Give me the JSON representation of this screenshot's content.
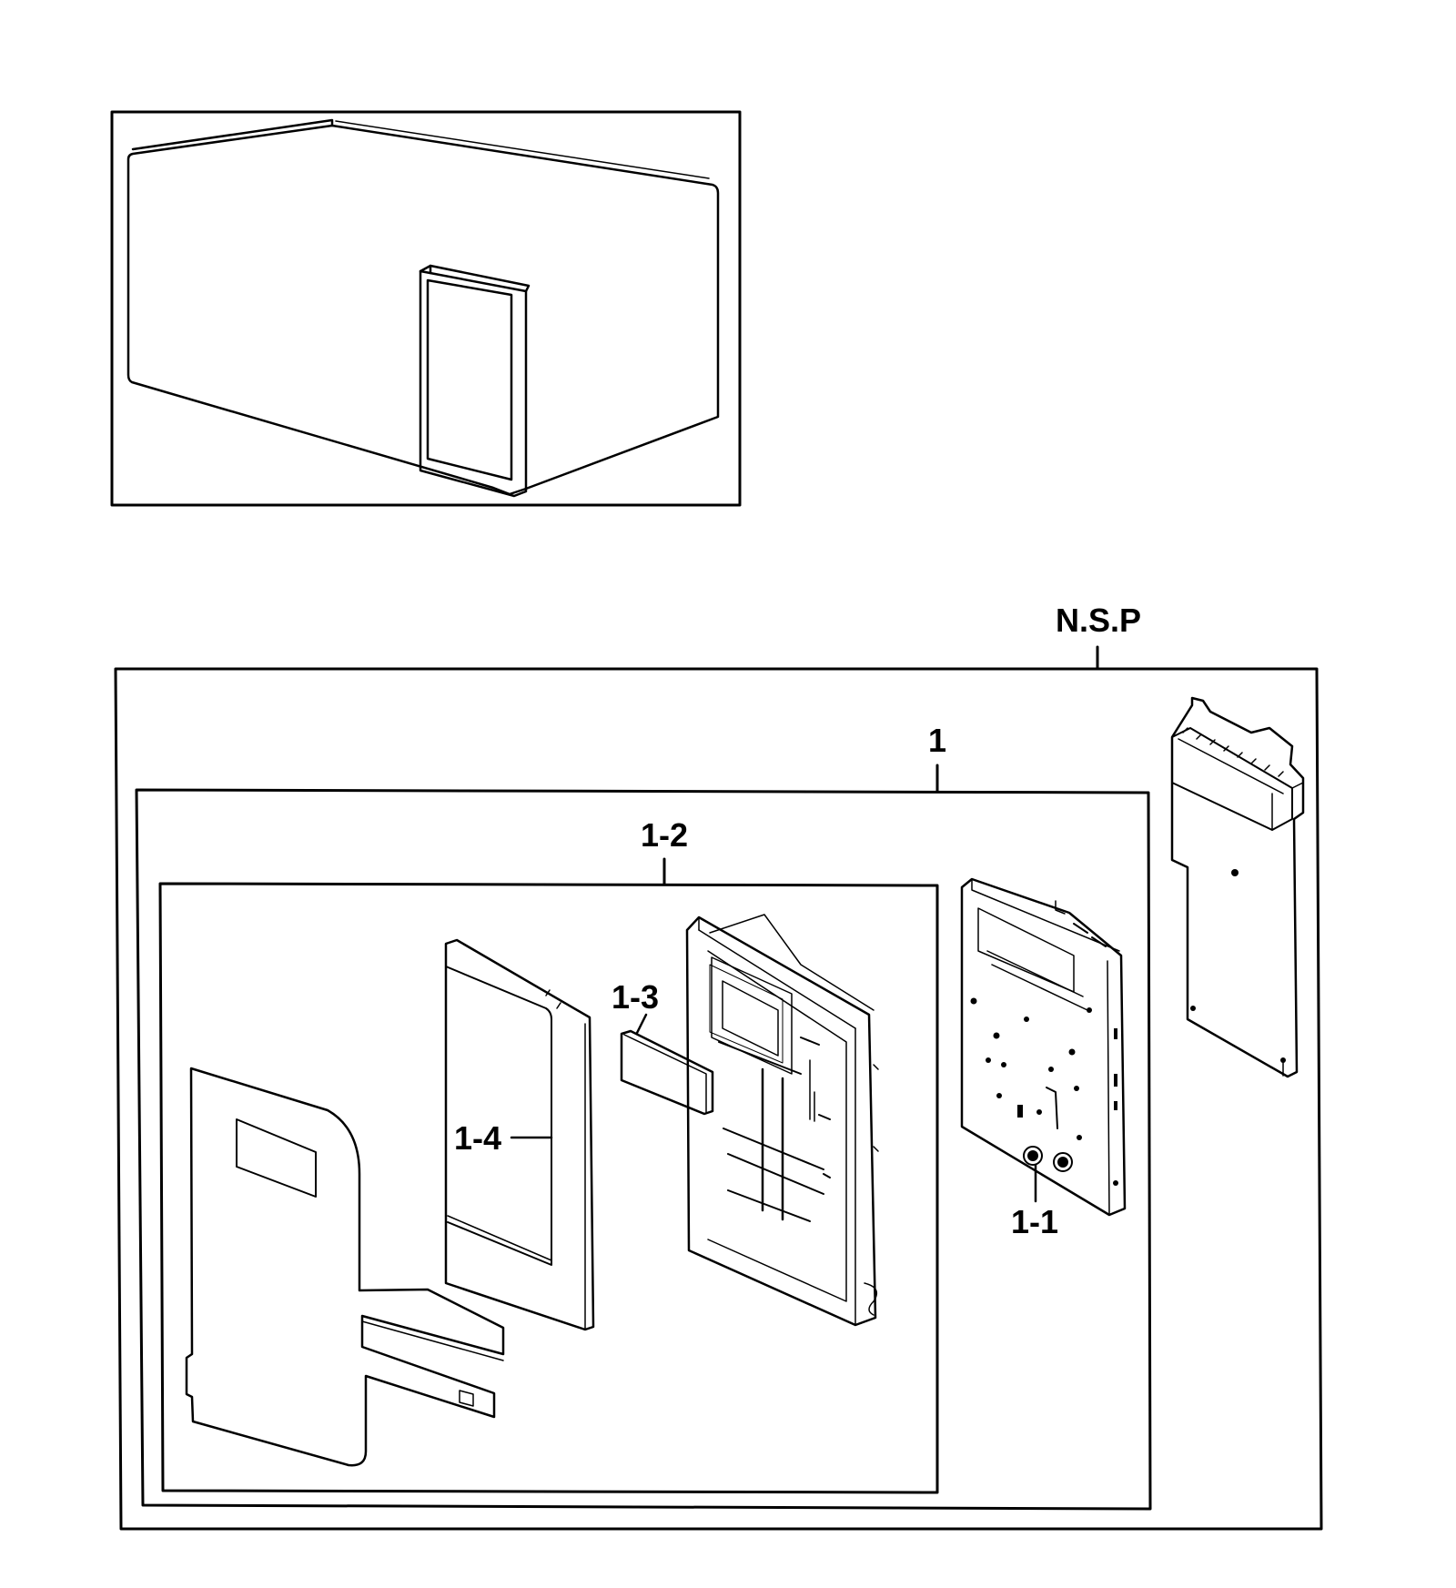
{
  "labels": {
    "nsp": "N.S.P",
    "assembly": "1",
    "sub_assembly": "1-2",
    "part_1_1": "1-1",
    "part_1_3": "1-3",
    "part_1_4": "1-4"
  },
  "colors": {
    "ink": "#000000",
    "paper": "#ffffff"
  }
}
